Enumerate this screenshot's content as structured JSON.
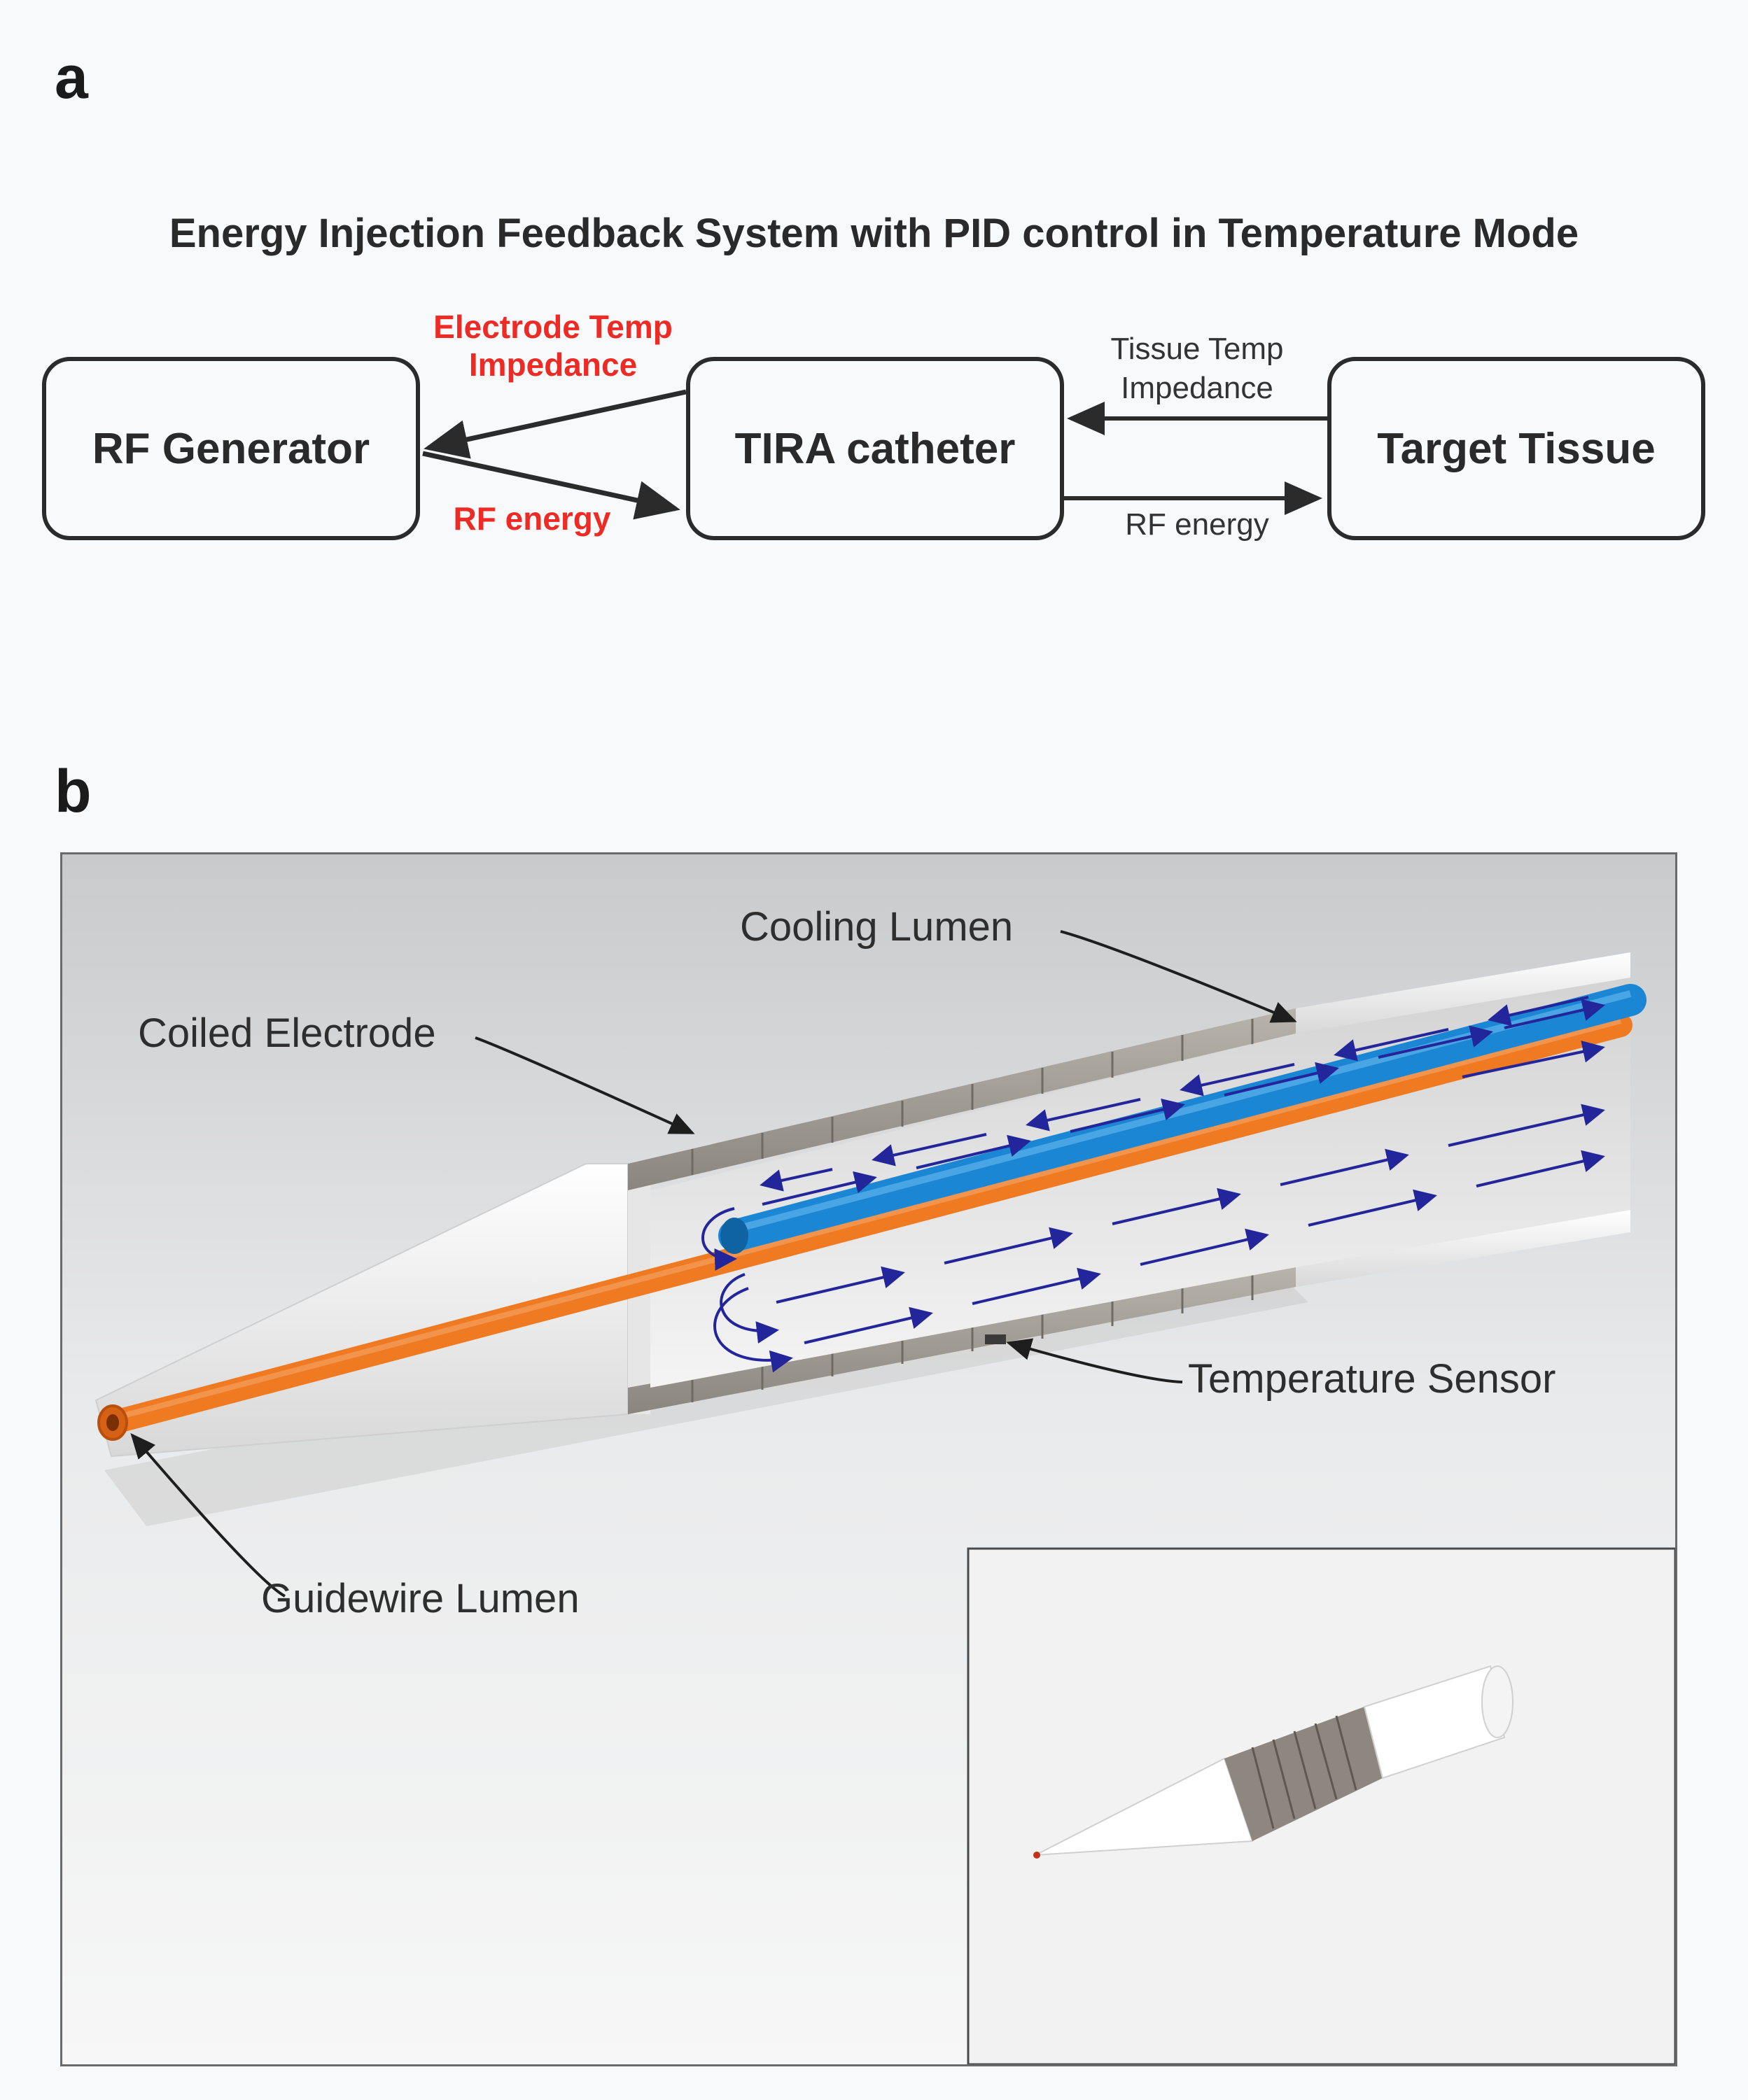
{
  "panel_a": {
    "letter": "a",
    "title": "Energy Injection Feedback System with PID control in Temperature Mode",
    "boxes": {
      "rf_generator": "RF Generator",
      "tira_catheter": "TIRA catheter",
      "target_tissue": "Target Tissue"
    },
    "labels": {
      "electrode_temp": "Electrode Temp",
      "electrode_impedance": "Impedance",
      "rf_energy_left": "RF energy",
      "tissue_temp": "Tissue Temp",
      "tissue_impedance": "Impedance",
      "rf_energy_right": "RF energy"
    },
    "colors": {
      "highlight": "#ee2a24",
      "box_border": "#2b2b2b"
    }
  },
  "panel_b": {
    "letter": "b",
    "callouts": {
      "cooling_lumen": "Cooling Lumen",
      "coiled_electrode": "Coiled Electrode",
      "temperature_sensor": "Temperature Sensor",
      "guidewire_lumen": "Guidewire Lumen"
    },
    "colors": {
      "cooling_lumen": "#1b86d4",
      "guidewire_lumen": "#ef7a22",
      "flow_arrows": "#23269a"
    }
  }
}
